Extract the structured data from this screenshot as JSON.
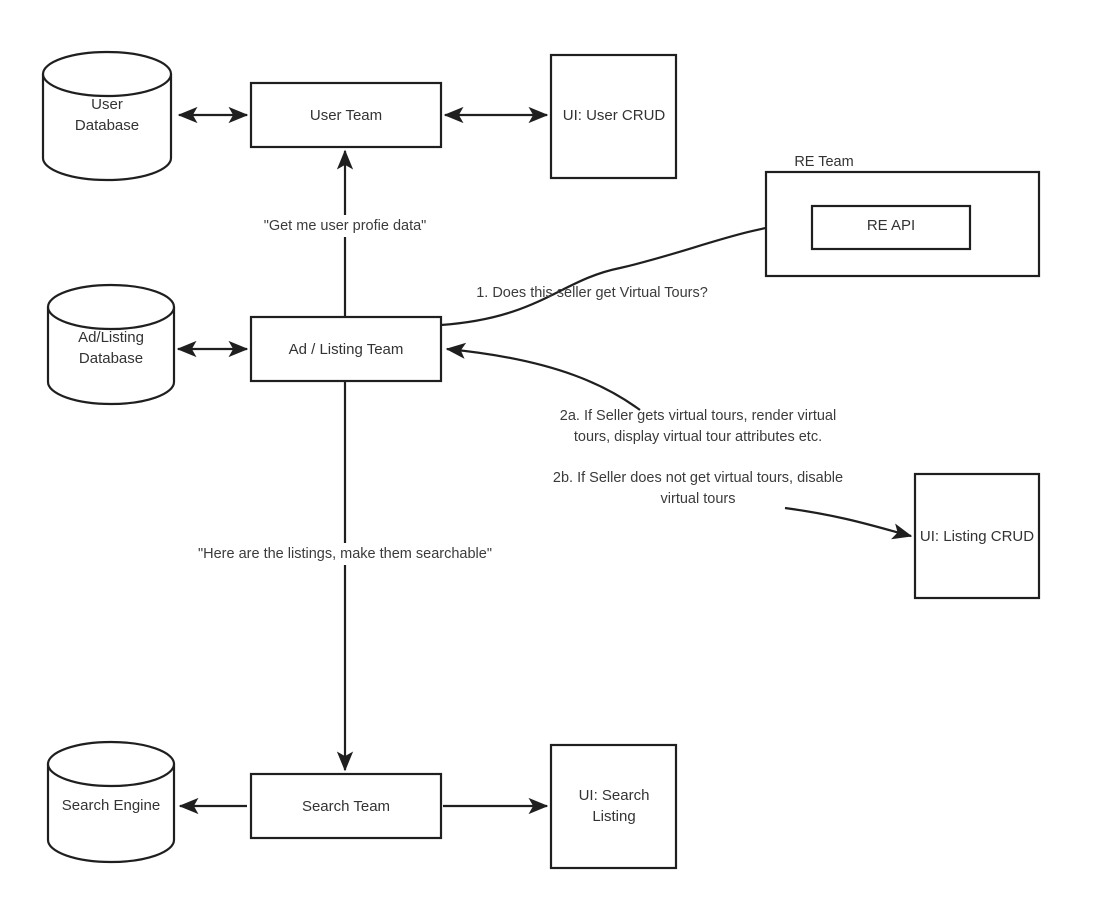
{
  "diagram": {
    "title": "Team and UI Interaction Diagram",
    "background_color": "#ffffff",
    "stroke_color": "#1f1f1f",
    "text_color": "#333333",
    "nodes": {
      "user_database": {
        "label_line1": "User",
        "label_line2": "Database",
        "shape": "cylinder"
      },
      "user_team": {
        "label": "User Team",
        "shape": "rectangle"
      },
      "ui_user_crud": {
        "label": "UI: User CRUD",
        "shape": "rectangle"
      },
      "re_team": {
        "label": "RE Team",
        "shape": "container"
      },
      "re_api": {
        "label": "RE API",
        "shape": "rectangle"
      },
      "ad_listing_database": {
        "label_line1": "Ad/Listing",
        "label_line2": "Database",
        "shape": "cylinder"
      },
      "ad_listing_team": {
        "label": "Ad / Listing Team",
        "shape": "rectangle"
      },
      "ui_listing_crud": {
        "label": "UI: Listing CRUD",
        "shape": "rectangle"
      },
      "search_engine": {
        "label": "Search Engine",
        "shape": "cylinder"
      },
      "search_team": {
        "label": "Search Team",
        "shape": "rectangle"
      },
      "ui_search_listing": {
        "label_line1": "UI: Search",
        "label_line2": "Listing",
        "shape": "rectangle"
      }
    },
    "edge_labels": {
      "user_profile": "\"Get me user profie data\"",
      "virtual_tours_question": "1. Does this seller get Virtual Tours?",
      "virtual_tours_yes_line1": "2a. If Seller gets virtual tours, render virtual",
      "virtual_tours_yes_line2": "tours, display virtual tour attributes etc.",
      "virtual_tours_no_line1": "2b. If Seller does not get virtual tours, disable",
      "virtual_tours_no_line2": "virtual tours",
      "searchable_listings": "\"Here are the listings, make them searchable\""
    }
  }
}
